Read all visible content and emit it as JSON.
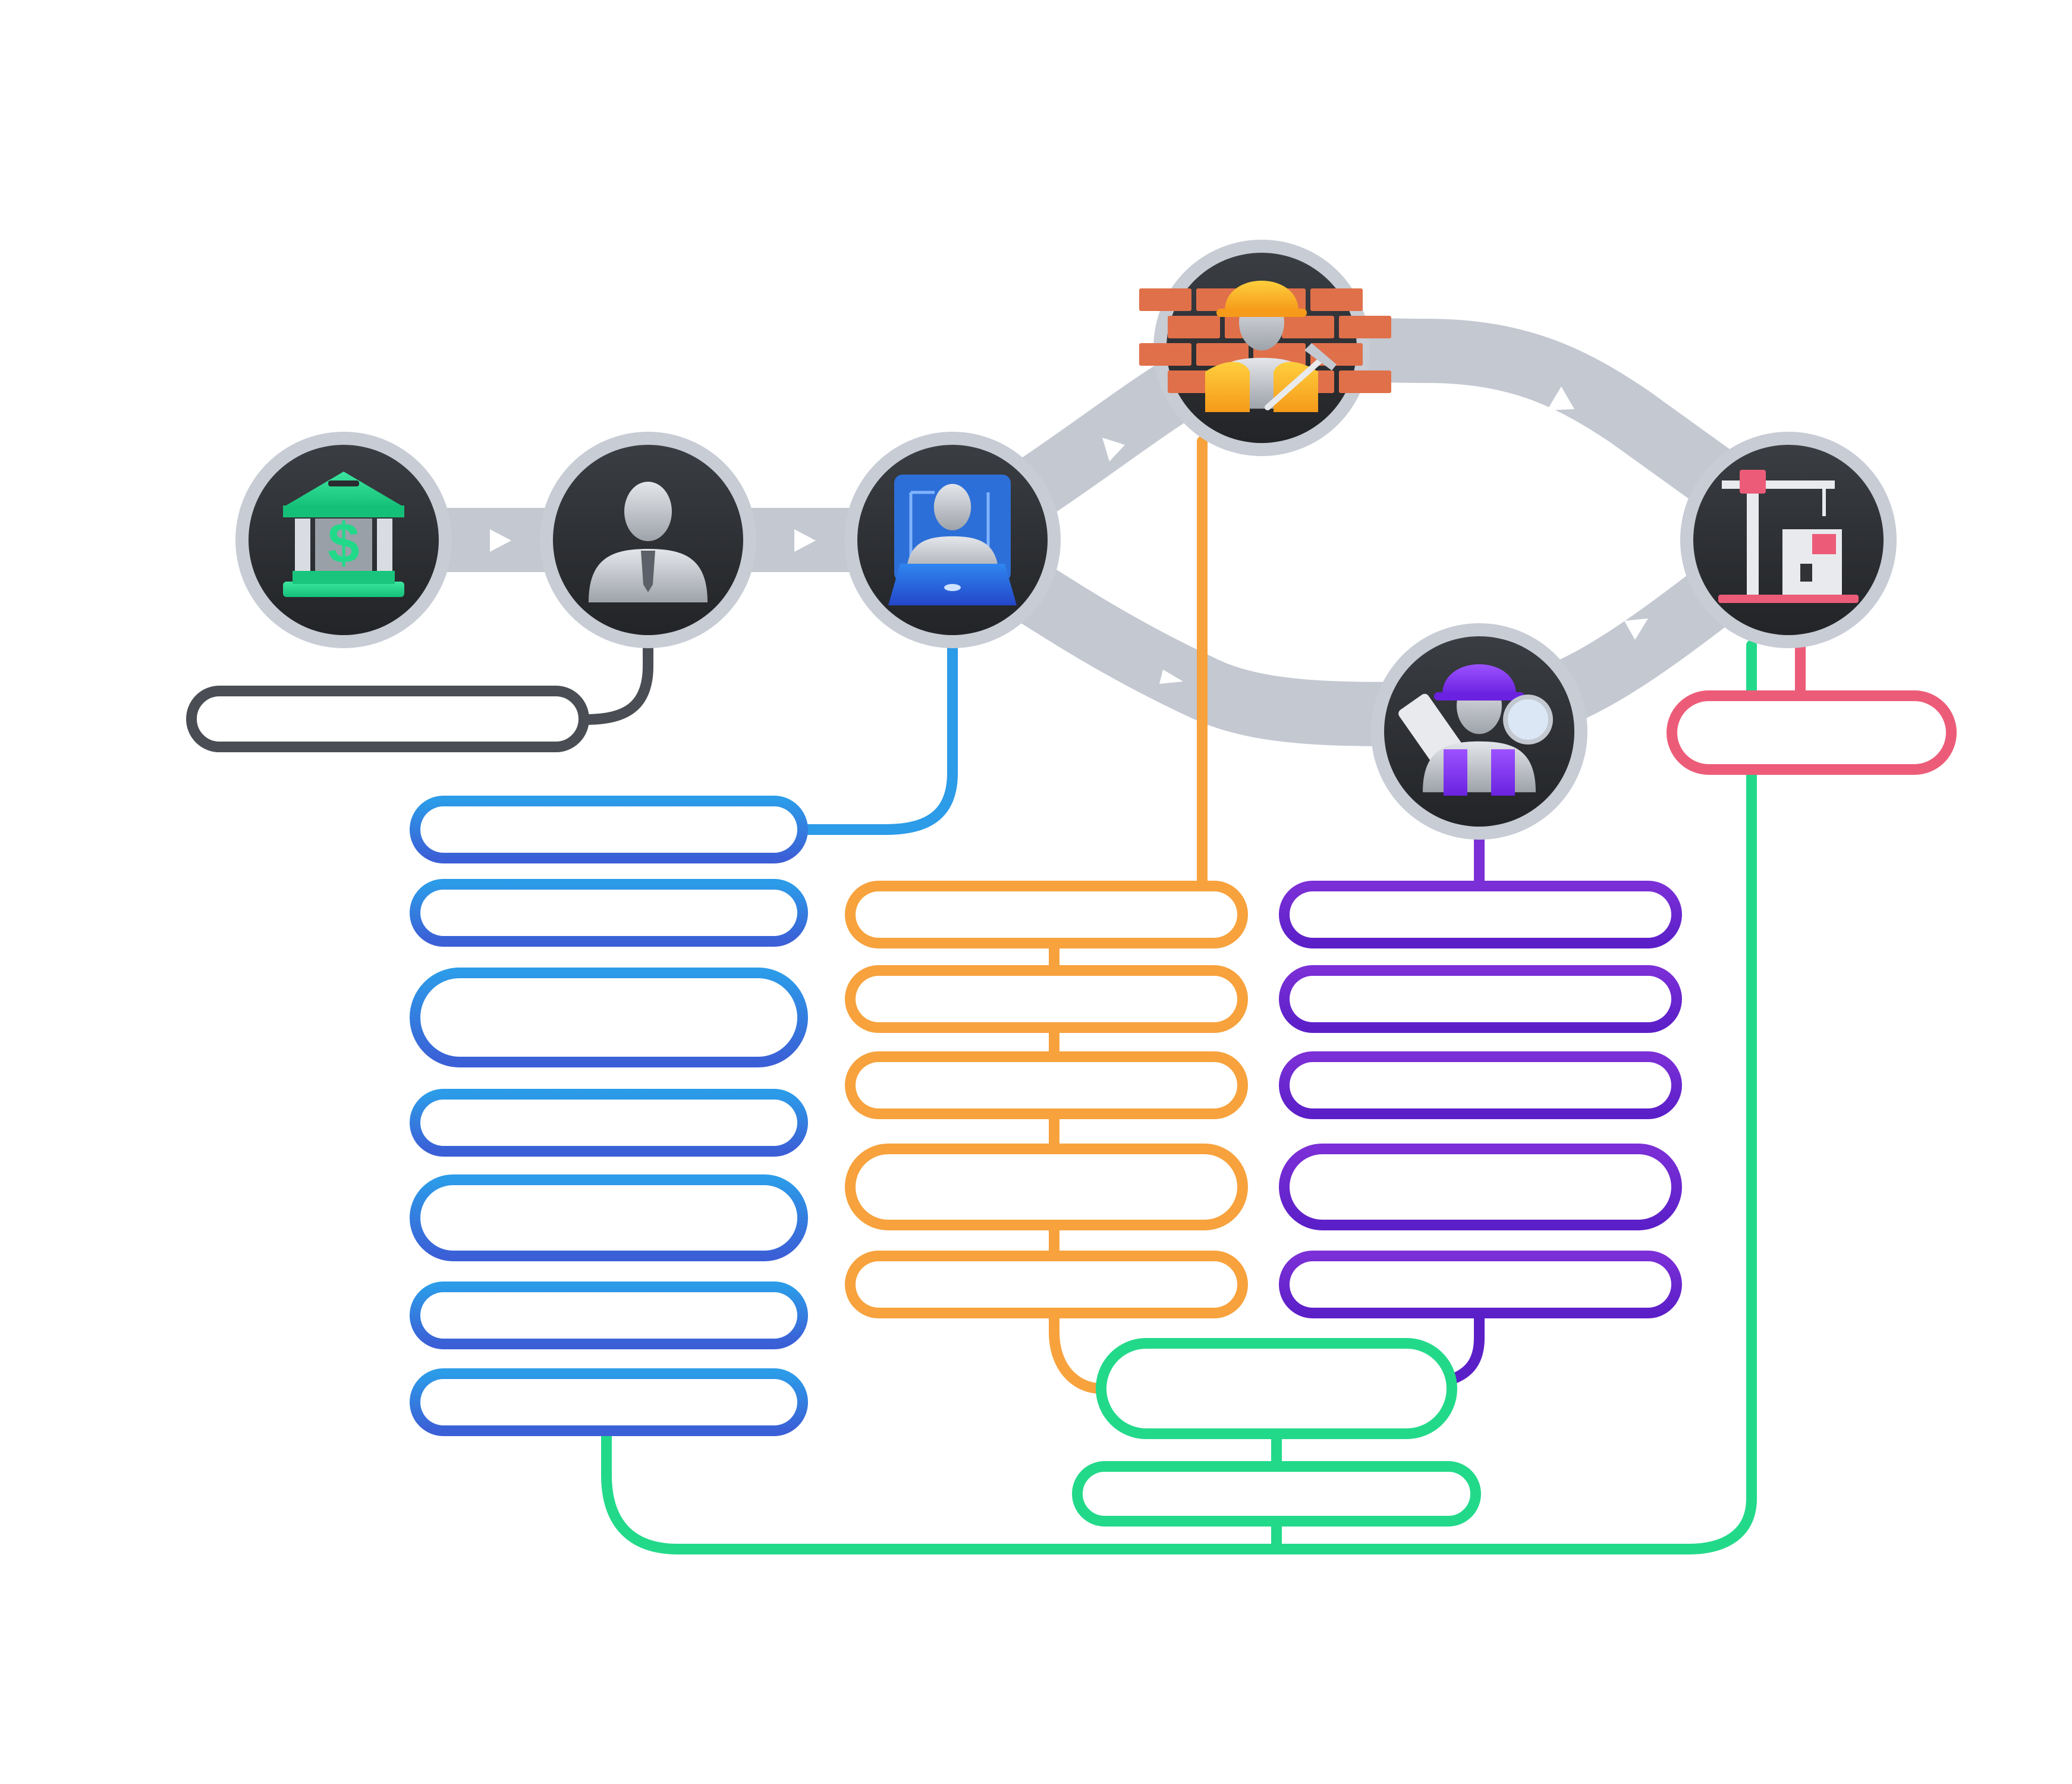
{
  "nodes": [
    {
      "id": "bank",
      "icon": "bank-dollar-icon",
      "ring": "#c7ccd5",
      "face": "#303236"
    },
    {
      "id": "client",
      "icon": "businessman-icon",
      "ring": "#c7ccd5",
      "face": "#303236"
    },
    {
      "id": "architect",
      "icon": "architect-laptop-icon",
      "ring": "#c7ccd5",
      "face": "#303236"
    },
    {
      "id": "builder",
      "icon": "construction-worker-icon",
      "ring": "#c7ccd5",
      "face": "#303236"
    },
    {
      "id": "inspector",
      "icon": "inspector-worker-icon",
      "ring": "#c7ccd5",
      "face": "#303236"
    },
    {
      "id": "site",
      "icon": "construction-crane-icon",
      "ring": "#c7ccd5",
      "face": "#303236"
    }
  ],
  "groups": [
    {
      "id": "client-box",
      "color": "#4a4e54",
      "count": 1
    },
    {
      "id": "architect-list",
      "color_top": "#2c9be8",
      "color_bottom": "#3b5fd6",
      "count": 7
    },
    {
      "id": "builder-list",
      "color": "#f7a23d",
      "count": 5
    },
    {
      "id": "inspector-list",
      "color_top": "#7b2fd6",
      "color_bottom": "#5b1fc8",
      "count": 5
    },
    {
      "id": "site-box",
      "color": "#ec5c78",
      "count": 1
    },
    {
      "id": "final-list",
      "color": "#22d98a",
      "count": 2
    }
  ],
  "colors": {
    "track": "#c3c8d1",
    "arrow": "#ffffff",
    "green": "#22d98a",
    "orange": "#f7a23d",
    "pink": "#ec5c78",
    "gray": "#4a4e54"
  }
}
